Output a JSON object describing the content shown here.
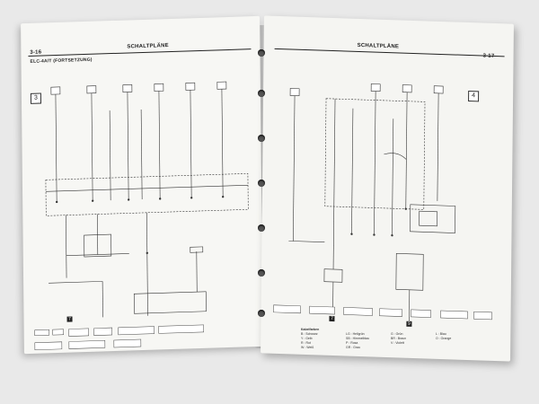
{
  "left_page": {
    "page_number": "3-16",
    "section_title": "SCHALTPLÄNE",
    "subtitle": "ELC-4A/T (FORTSETZUNG)",
    "block_tag": "3",
    "ref_numbers": [
      "7"
    ]
  },
  "right_page": {
    "page_number": "3-17",
    "section_title": "SCHALTPLÄNE",
    "block_tag": "4",
    "ref_numbers": [
      "7",
      "9"
    ],
    "legend_title": "Kabelfarben",
    "legend": [
      [
        "B : Schwarz",
        "LG : Hellgrün",
        "G : Grün",
        "L : Blau",
        "W : Weiß"
      ],
      [
        "Y : Gelb",
        "SB : Himmelblau",
        "BR : Braun",
        "O : Orange",
        "GR : Grau"
      ],
      [
        "R : Rot",
        "P : Rosa",
        "V : Violett",
        "",
        ""
      ]
    ]
  }
}
